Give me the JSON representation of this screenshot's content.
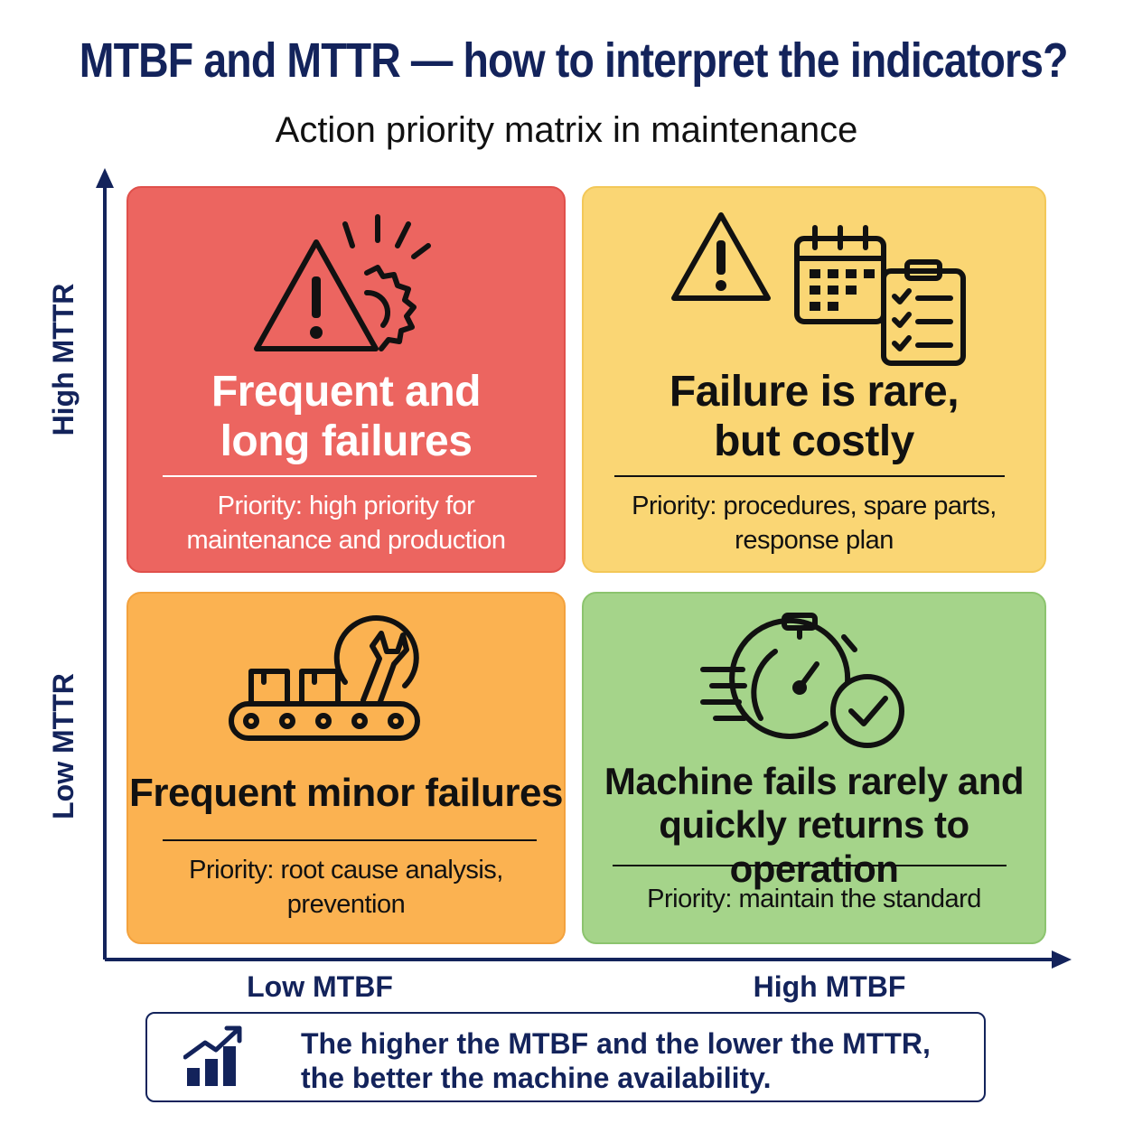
{
  "title": "MTBF and MTTR — how to interpret the indicators?",
  "subtitle": "Action priority matrix in maintenance",
  "axes": {
    "y_high": "High MTTR",
    "y_low": "Low MTTR",
    "x_low": "Low MTBF",
    "x_high": "High MTBF"
  },
  "quadrants": {
    "top_left": {
      "title_line1": "Frequent and",
      "title_line2": "long failures",
      "priority_line1": "Priority: high priority for",
      "priority_line2": "maintenance and production",
      "color": "#ec6560",
      "icons": [
        "warning-icon",
        "gear-icon"
      ]
    },
    "top_right": {
      "title_line1": "Failure is rare,",
      "title_line2": "but costly",
      "priority_line1": "Priority: procedures, spare parts,",
      "priority_line2": "response plan",
      "color": "#fad674",
      "icons": [
        "warning-icon",
        "calendar-icon",
        "checklist-icon"
      ]
    },
    "bottom_left": {
      "title_line1": "Frequent minor failures",
      "priority_line1": "Priority: root cause analysis,",
      "priority_line2": "prevention",
      "color": "#fbb251",
      "icons": [
        "conveyor-icon",
        "wrench-icon"
      ]
    },
    "bottom_right": {
      "title_line1": "Machine fails rarely and",
      "title_line2": "quickly returns to operation",
      "priority_line1": "Priority: maintain the standard",
      "color": "#a5d48a",
      "icons": [
        "stopwatch-icon",
        "check-circle-icon"
      ]
    }
  },
  "summary": {
    "line1": "The higher the MTBF and the lower the MTTR,",
    "line2": "the better the machine availability.",
    "icon": "growth-chart-icon"
  },
  "colors": {
    "navy": "#13235b",
    "ink": "#111111"
  }
}
